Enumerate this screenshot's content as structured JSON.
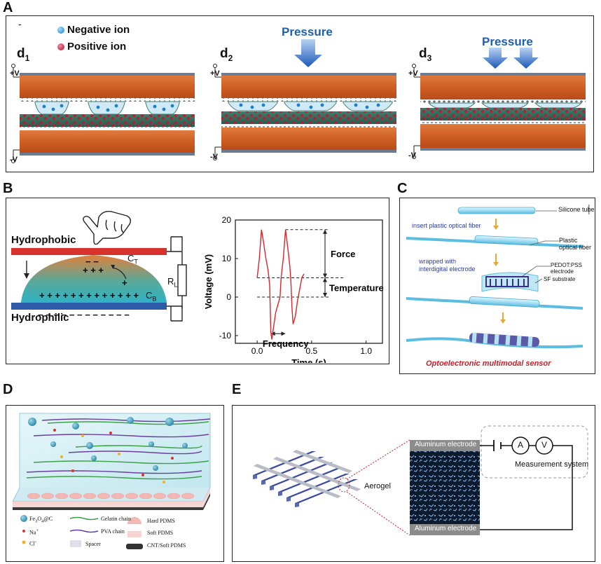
{
  "panels": {
    "a": {
      "label": "A",
      "legend": {
        "negative": "Negative ion",
        "positive": "Positive ion"
      },
      "sub_labels": [
        "d",
        "d",
        "d"
      ],
      "sub_indices": [
        "1",
        "2",
        "3"
      ],
      "pressure_label": "Pressure",
      "plus_v": "+V",
      "minus_v": "-V",
      "dash_mark": "-"
    },
    "b": {
      "label": "B",
      "hydrophobic": "Hydrophobic",
      "hydrophilic": "Hydrophilic",
      "ct": "C",
      "ct_sub": "T",
      "cb": "C",
      "cb_sub": "B",
      "rl": "R",
      "rl_sub": "L",
      "force": "Force",
      "temperature": "Temperature",
      "frequency": "Frequency"
    },
    "c": {
      "label": "C",
      "silicone_tube": "Silicone tube",
      "insert_fiber": "insert plastic optical fiber",
      "plastic_fiber": "Plastic optical fiber",
      "wrapped_1": "wrapped with",
      "wrapped_2": "interdigital electrode",
      "pedot": "PEDOT:PSS electrode",
      "sf": "SF substrate",
      "caption": "Optoelectronic multimodal sensor"
    },
    "d": {
      "label": "D",
      "legend": {
        "fe3o4": "Fe",
        "fe3o4_sub1": "3",
        "fe3o4_mid": "O",
        "fe3o4_sub2": "4",
        "fe3o4_end": "@C",
        "na": "Na",
        "na_sup": "+",
        "cl": "Cl",
        "cl_sup": "-",
        "gelatin": "Gelatin chain",
        "pva": "PVA chain",
        "spacer": "Spacer",
        "hard_pdms": "Hard PDMS",
        "soft_pdms": "Soft PDMS",
        "cnt_pdms": "CNT/Soft PDMS"
      }
    },
    "e": {
      "label": "E",
      "electrode_top": "Aluminum electrode",
      "electrode_bottom": "Aluminum electrode",
      "aerogel": "Aerogel",
      "ammeter": "A",
      "voltmeter": "V",
      "measurement": "Measurement system"
    }
  },
  "chart_data": {
    "type": "line",
    "xlabel": "Time (s)",
    "ylabel": "Voltage (mV)",
    "xlim": [
      -0.2,
      1.15
    ],
    "ylim": [
      -12,
      20
    ],
    "xticks": [
      0.0,
      0.5,
      1.0
    ],
    "xtick_labels": [
      "0.0",
      "0.5",
      "1.0"
    ],
    "yticks": [
      -10,
      0,
      10,
      20
    ],
    "ytick_labels": [
      "-10",
      "0",
      "10",
      "20"
    ],
    "series": [
      {
        "color": "#d8262b",
        "x": [
          0.0,
          0.02,
          0.04,
          0.06,
          0.08,
          0.1,
          0.115,
          0.125,
          0.135,
          0.15,
          0.17,
          0.19,
          0.21,
          0.22,
          0.24,
          0.26,
          0.28,
          0.3,
          0.31,
          0.32,
          0.33,
          0.35,
          0.37,
          0.39,
          0.41,
          0.43
        ],
        "y": [
          5,
          10,
          17.5,
          14,
          10,
          7,
          3,
          -9,
          -11,
          -8,
          -4,
          -2,
          0,
          5,
          10,
          17.5,
          13,
          8,
          4,
          -3,
          -7,
          -5,
          -1,
          2,
          5,
          6
        ]
      }
    ],
    "levels": {
      "force_top": 17.5,
      "temperature_top": 5,
      "baseline": 0
    },
    "frequency_span": [
      0.125,
      0.26
    ]
  }
}
